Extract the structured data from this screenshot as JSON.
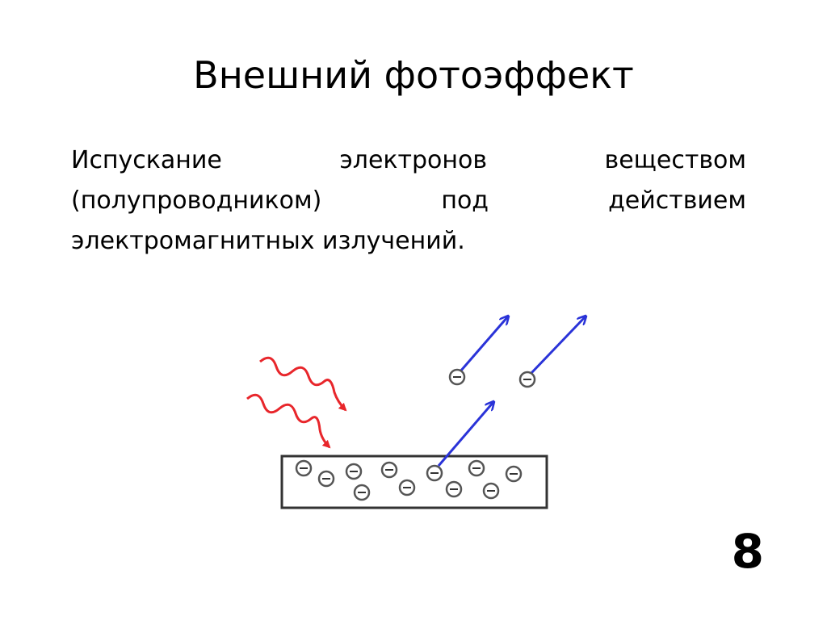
{
  "slide": {
    "title": "Внешний фотоэффект",
    "body": "Испускание электронов веществом (полупроводником) под действием электромагнитных излучений.",
    "page_number": "8"
  },
  "diagram": {
    "electron_symbol": "⊖",
    "photon_color": "#e8262b",
    "electron_path_color": "#2a33d8",
    "outline_color": "#333333"
  }
}
